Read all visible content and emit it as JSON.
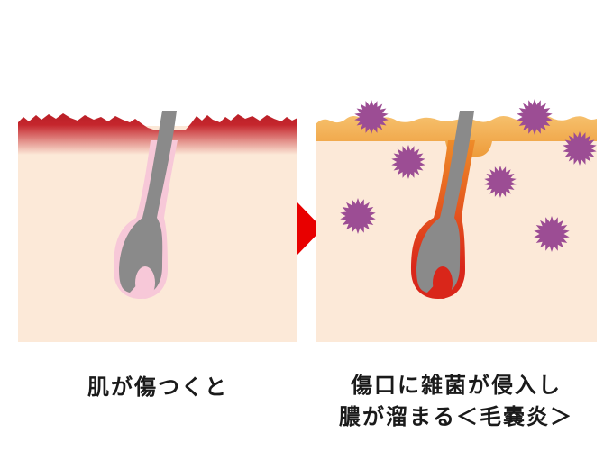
{
  "figure": {
    "left_panel": {
      "caption": "肌が傷つくと",
      "description": "damaged-skin-cross-section"
    },
    "right_panel": {
      "caption_line1": "傷口に雑菌が侵入し",
      "caption_line2": "膿が溜まる＜毛嚢炎＞",
      "description": "infected-follicle-cross-section"
    },
    "germs": {
      "count": 7,
      "name": "bacteria"
    }
  },
  "colors": {
    "background": "#ffffff",
    "skin_cream": "#fce9d8",
    "wound_red_dark": "#b91e26",
    "wound_red_mid": "#c5262d",
    "healthy_skin_top": "#f6c06c",
    "healthy_skin_bottom": "#ee9c3b",
    "hair_gray": "#8a8a8a",
    "follicle_pink": "#f7c8d8",
    "inflamed_orange": "#ee8c29",
    "inflamed_mid": "#e4551e",
    "inflamed_red": "#d9261a",
    "germ_purple": "#9c4d94",
    "arrow_red": "#e80000",
    "caption_text": "#1a1a1a"
  }
}
